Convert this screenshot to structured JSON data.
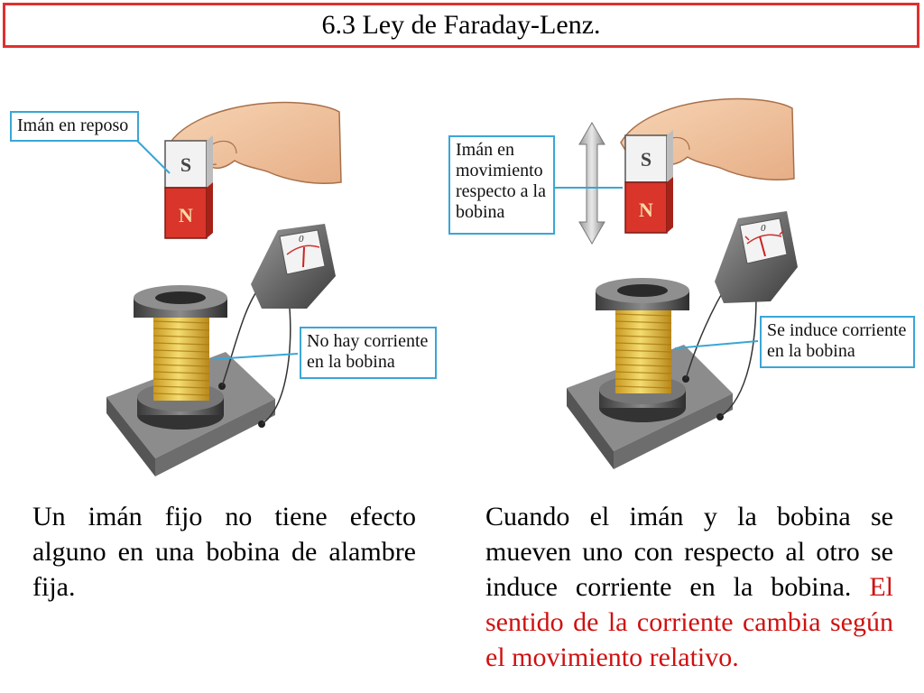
{
  "title": "6.3 Ley de Faraday-Lenz.",
  "left_panel": {
    "magnet_label": "Imán en reposo",
    "current_label": "No hay corriente en la bobina",
    "pole_top": "S",
    "pole_bottom": "N",
    "meter_zero": "0",
    "caption": "Un imán fijo no tiene efecto alguno en una bobina de alambre fija."
  },
  "right_panel": {
    "magnet_label": "Imán en movimiento respecto a la bobina",
    "current_label": "Se induce corriente en la bobina",
    "pole_top": "S",
    "pole_bottom": "N",
    "meter_zero": "0",
    "caption_black": "Cuando el imán y la bobina se mueven uno con respecto al otro se induce corriente en la bobina.",
    "caption_red": "El sentido de la corriente cambia según el movimiento relativo."
  },
  "colors": {
    "title_border": "#e03030",
    "label_border": "#3aa6d6",
    "red_text": "#d01010",
    "magnet_n": "#d9352a",
    "coil": "#e8c24a"
  }
}
